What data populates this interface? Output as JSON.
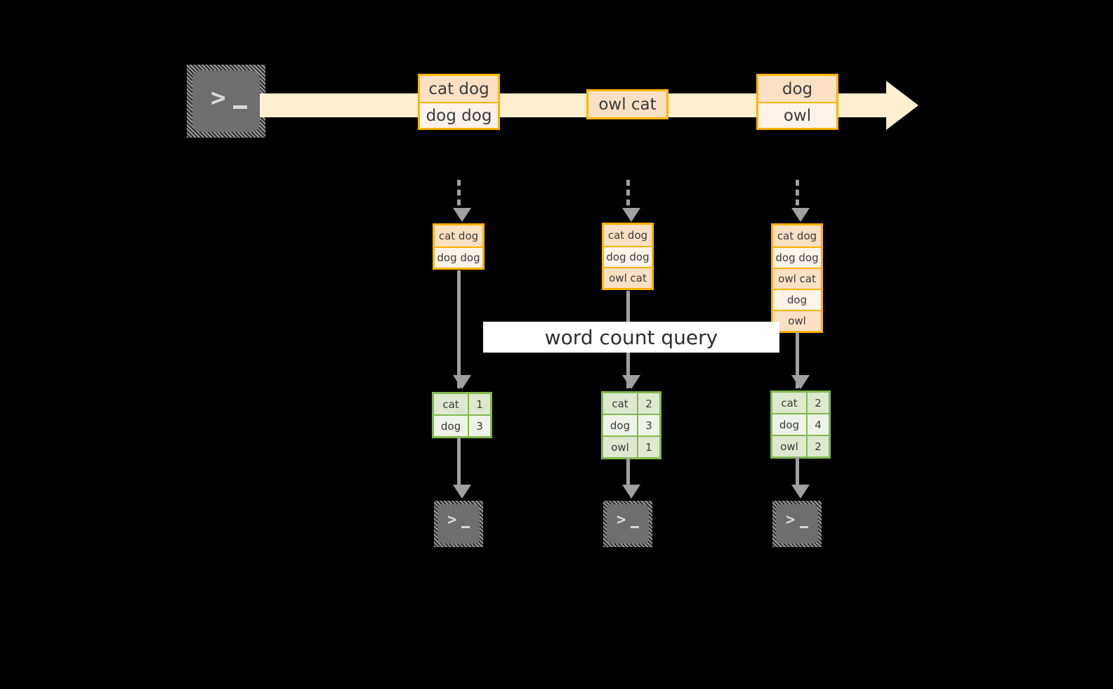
{
  "diagram": {
    "title": "word count query",
    "colors": {
      "stream_band": "#fdefd0",
      "record_border": "#ffb300",
      "record_fill_dark": "#fbe0c4",
      "record_fill_light": "#fdf3e8",
      "result_border": "#82b84e",
      "result_fill_dark": "#dde8cf",
      "result_fill_light": "#eef3e7",
      "connector": "#a0a0a0",
      "terminal": "#6e6e6e",
      "background": "#000000",
      "label_band": "#ffffff"
    },
    "source": {
      "icon": "terminal-icon",
      "glyph": ">",
      "underscore": "_"
    },
    "stream": {
      "arrow_direction": "right",
      "records": [
        {
          "lines": [
            "cat dog",
            "dog dog"
          ]
        },
        {
          "lines": [
            "owl cat"
          ]
        },
        {
          "lines": [
            "dog",
            "owl"
          ]
        }
      ]
    },
    "snapshots": [
      {
        "accumulated": [
          "cat dog",
          "dog dog"
        ],
        "results": [
          {
            "word": "cat",
            "count": "1"
          },
          {
            "word": "dog",
            "count": "3"
          }
        ],
        "sink": {
          "icon": "terminal-icon",
          "glyph": ">",
          "underscore": "_"
        }
      },
      {
        "accumulated": [
          "cat dog",
          "dog dog",
          "owl cat"
        ],
        "results": [
          {
            "word": "cat",
            "count": "2"
          },
          {
            "word": "dog",
            "count": "3"
          },
          {
            "word": "owl",
            "count": "1"
          }
        ],
        "sink": {
          "icon": "terminal-icon",
          "glyph": ">",
          "underscore": "_"
        }
      },
      {
        "accumulated": [
          "cat dog",
          "dog dog",
          "owl cat",
          "dog",
          "owl"
        ],
        "results": [
          {
            "word": "cat",
            "count": "2"
          },
          {
            "word": "dog",
            "count": "4"
          },
          {
            "word": "owl",
            "count": "2"
          }
        ],
        "sink": {
          "icon": "terminal-icon",
          "glyph": ">",
          "underscore": "_"
        }
      }
    ]
  }
}
